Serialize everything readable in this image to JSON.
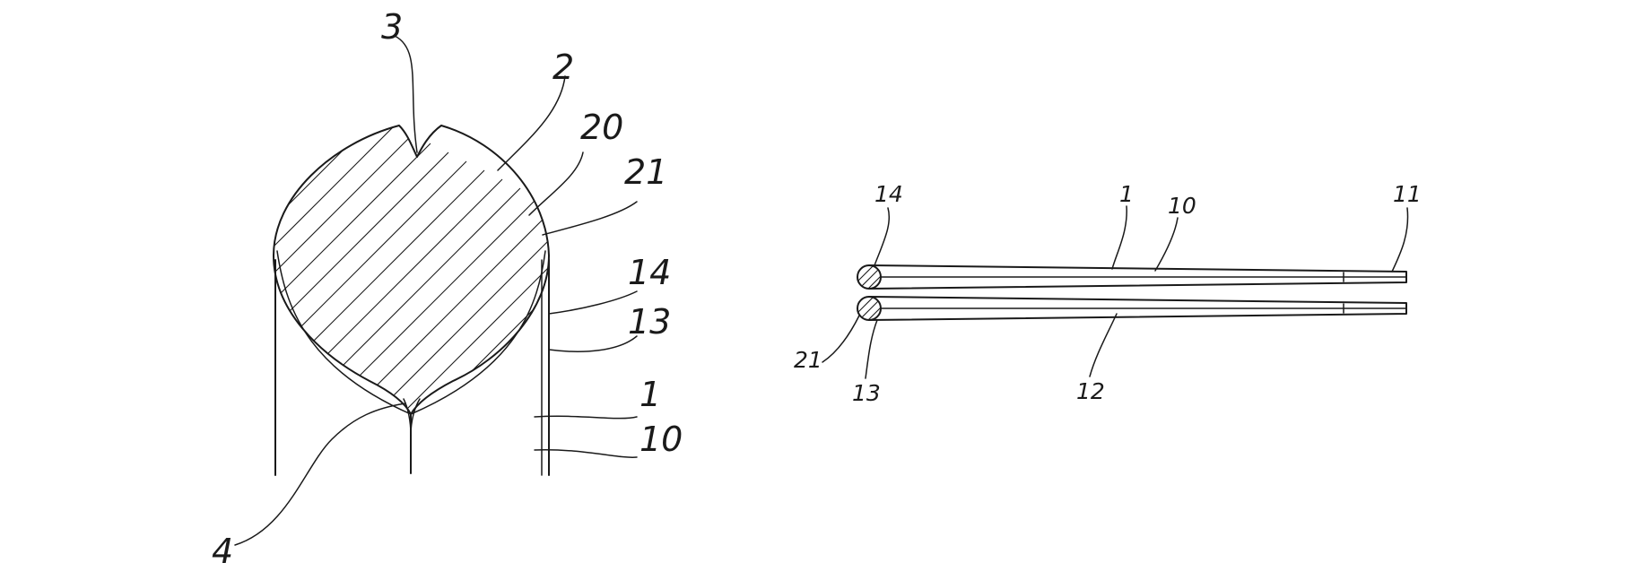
{
  "colors": {
    "background": "#ffffff",
    "ink": "#1a1a1a"
  },
  "figures": {
    "cross_section": {
      "labels": {
        "tip_notch": "3",
        "head": "2",
        "outer_layer": "20",
        "coating": "21",
        "face_top": "14",
        "face_bottom": "13",
        "body": "1",
        "body_core": "10",
        "base_point": "4"
      }
    },
    "side_view": {
      "labels": {
        "upper_end": "14",
        "body": "1",
        "body_core": "10",
        "tip": "11",
        "coating": "21",
        "lower_end": "13",
        "lower_body": "12"
      }
    }
  }
}
